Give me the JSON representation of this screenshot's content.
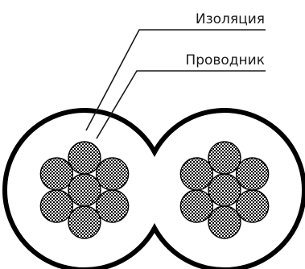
{
  "labels": {
    "insulation": "Изоляция",
    "conductor": "Проводник"
  },
  "colors": {
    "stroke": "#000000",
    "background": "#ffffff",
    "leader": "#1a1a1a"
  },
  "diagram": {
    "cores": 2,
    "strands_per_core": 7,
    "pattern": "hatched-cross"
  }
}
